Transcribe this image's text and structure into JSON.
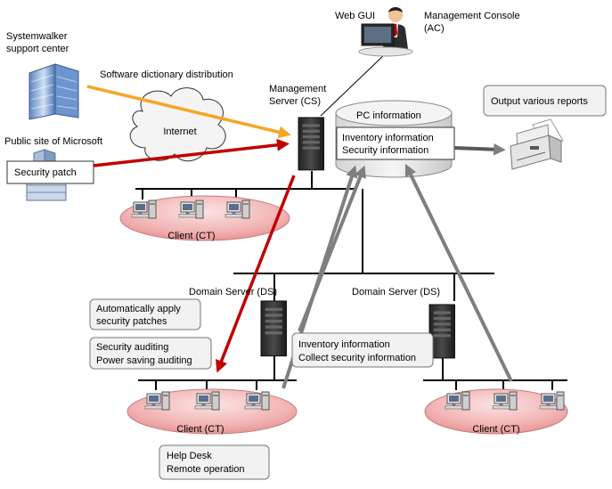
{
  "nodes": {
    "support_center": {
      "label_line1": "Systemwalker",
      "label_line2": "support center"
    },
    "microsoft_site": {
      "label": "Public site of Microsoft"
    },
    "internet": {
      "label": "Internet"
    },
    "web_gui": {
      "label": "Web GUI"
    },
    "management_console": {
      "label_line1": "Management Console",
      "label_line2": "(AC)"
    },
    "management_server": {
      "label_line1": "Management",
      "label_line2": "Server (CS)"
    },
    "pc_information": {
      "label": "PC information",
      "line1": "Inventory information",
      "line2": "Security information"
    },
    "output_reports": {
      "label": "Output various reports"
    },
    "domain_server_left": {
      "label": "Domain Server (DS)"
    },
    "domain_server_right": {
      "label": "Domain Server (DS)"
    },
    "client_top": {
      "label": "Client (CT)"
    },
    "client_bottom_left": {
      "label": "Client (CT)"
    },
    "client_bottom_right": {
      "label": "Client (CT)"
    }
  },
  "flows": {
    "software_dictionary": {
      "label": "Software dictionary distribution",
      "color": "#f5a623"
    },
    "security_patch": {
      "label": "Security patch",
      "color": "#c00000"
    },
    "collect": {
      "line1": "Inventory information",
      "line2": "Collect security information",
      "color": "#7f7f7f"
    }
  },
  "callouts": {
    "auto_apply": {
      "line1": "Automatically apply",
      "line2": "security patches"
    },
    "auditing": {
      "line1": "Security auditing",
      "line2": "Power saving auditing"
    },
    "help_desk": {
      "line1": "Help Desk",
      "line2": "Remote operation"
    }
  }
}
